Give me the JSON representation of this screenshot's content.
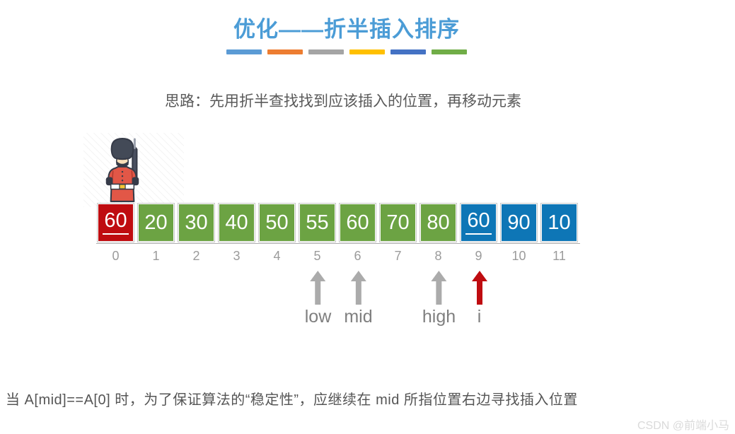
{
  "title": "优化——折半插入排序",
  "title_color": "#4B9CD6",
  "decor_bar_colors": [
    "#5B9BD5",
    "#ED7D31",
    "#A5A5A5",
    "#FFC000",
    "#4472C4",
    "#70AD47"
  ],
  "subtitle": "思路：先用折半查找找到应该插入的位置，再移动元素",
  "guard_icon": "royal-guard-soldier-icon",
  "array": {
    "cells": [
      {
        "value": "60",
        "index": "0",
        "color": "#BF0C10",
        "underline": true
      },
      {
        "value": "20",
        "index": "1",
        "color": "#6CA343",
        "underline": false
      },
      {
        "value": "30",
        "index": "2",
        "color": "#6CA343",
        "underline": false
      },
      {
        "value": "40",
        "index": "3",
        "color": "#6CA343",
        "underline": false
      },
      {
        "value": "50",
        "index": "4",
        "color": "#6CA343",
        "underline": false
      },
      {
        "value": "55",
        "index": "5",
        "color": "#6CA343",
        "underline": false
      },
      {
        "value": "60",
        "index": "6",
        "color": "#6CA343",
        "underline": false
      },
      {
        "value": "70",
        "index": "7",
        "color": "#6CA343",
        "underline": false
      },
      {
        "value": "80",
        "index": "8",
        "color": "#6CA343",
        "underline": false
      },
      {
        "value": "60",
        "index": "9",
        "color": "#0E76B6",
        "underline": true
      },
      {
        "value": "90",
        "index": "10",
        "color": "#0E76B6",
        "underline": false
      },
      {
        "value": "10",
        "index": "11",
        "color": "#0E76B6",
        "underline": false
      }
    ]
  },
  "pointers": [
    {
      "label": "low",
      "cell_index": 5,
      "color": "#ABABAB"
    },
    {
      "label": "mid",
      "cell_index": 6,
      "color": "#ABABAB"
    },
    {
      "label": "high",
      "cell_index": 8,
      "color": "#ABABAB"
    },
    {
      "label": "i",
      "cell_index": 9,
      "color": "#BF0C10"
    }
  ],
  "note": "当 A[mid]==A[0] 时，为了保证算法的“稳定性”，应继续在 mid 所指位置右边寻找插入位置",
  "watermark": "CSDN @前端小马"
}
